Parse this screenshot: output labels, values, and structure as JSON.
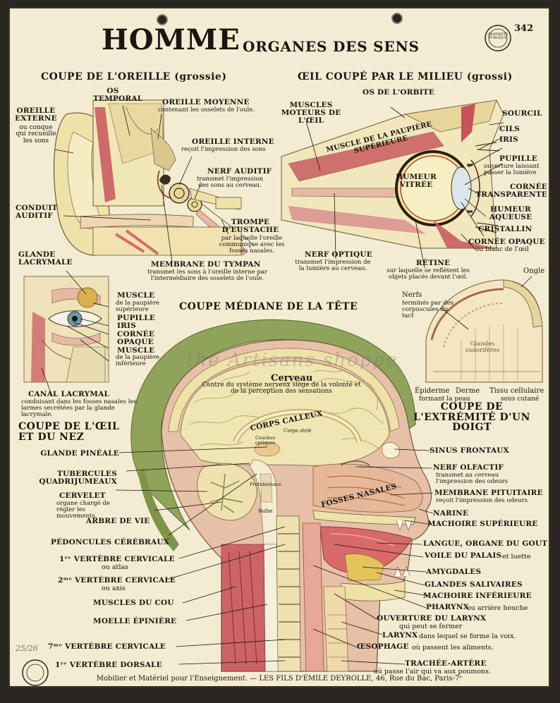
{
  "poster": {
    "number": "342",
    "stamp_text": "PROPRIÉTÉ PUBLIQUE",
    "title": "HOMME",
    "subtitle": "ORGANES DES SENS",
    "footer": "Mobilier et Matériel pour l'Enseignement. — LES FILS D'ÉMILE DEYROLLE, 46, Rue du Bac, Paris-7ᵉ",
    "watermark": "the Artisans shoppe",
    "handwritten_note": "25/26"
  },
  "ear": {
    "heading": "COUPE DE L'OREILLE (grossie)",
    "os_temporal": "OS TEMPORAL",
    "oreille_externe": "OREILLE EXTERNE",
    "oreille_externe_note": "ou conque qui recueille les sons",
    "oreille_moyenne": "OREILLE MOYENNE",
    "oreille_moyenne_note": "contenant les osselets de l'ouïe.",
    "oreille_interne": "OREILLE INTERNE",
    "oreille_interne_note": "reçoit l'impression des sons",
    "nerf_auditif": "NERF AUDITIF",
    "nerf_auditif_note": "transmet l'impression des sons au cerveau.",
    "conduit_auditif": "CONDUIT AUDITIF",
    "trompe": "TROMPE D'EUSTACHE",
    "trompe_note": "par laquelle l'oreille communique avec les fosses nasales.",
    "membrane": "MEMBRANE DU TYMPAN",
    "membrane_note": "transmet les sons à l'oreille interne par l'intermédiaire des osselets de l'ouïe."
  },
  "eye": {
    "heading": "ŒIL COUPÉ PAR LE MILIEU (grossi)",
    "os_orbite": "OS DE L'ORBITE",
    "muscles_moteurs": "MUSCLES MOTEURS DE L'ŒIL",
    "muscle_paupiere": "MUSCLE DE LA PAUPIÈRE SUPÉRIEURE",
    "humeur_vitree": "HUMEUR VITRÉE",
    "sourcil": "SOURCIL",
    "cils": "CILS",
    "iris": "IRIS",
    "pupille": "PUPILLE",
    "pupille_note": "ouverture laissant passer la lumière",
    "cornee_transparente": "CORNÉE TRANSPARENTE",
    "humeur_aqueuse": "HUMEUR AQUEUSE",
    "cristallin": "CRISTALLIN",
    "cornee_opaque": "CORNÉE OPAQUE",
    "cornee_opaque_note": "ou blanc de l'œil",
    "nerf_optique": "NERF OPTIQUE",
    "nerf_optique_note": "transmet l'impression de la lumière au cerveau.",
    "retine": "RÉTINE",
    "retine_note": "sur laquelle se reflètent les objets placés devant l'œil."
  },
  "eye_nose": {
    "heading": "COUPE DE L'ŒIL ET DU NEZ",
    "glande_lacrymale": "GLANDE LACRYMALE",
    "muscle_sup": "MUSCLE",
    "muscle_sup_note": "de la paupière supérieure",
    "pupille": "PUPILLE",
    "iris": "IRIS",
    "cornee_opaque": "CORNÉE OPAQUE",
    "muscle_inf": "MUSCLE",
    "muscle_inf_note": "de la paupière inférieure",
    "canal": "CANAL LACRYMAL",
    "canal_note": "conduisant dans les fosses nasales les larmes secrétées par la glande lacrymale."
  },
  "finger": {
    "heading": "COUPE DE L'EXTRÉMITÉ D'UN DOIGT",
    "ongle": "Ongle",
    "nerfs": "Nerfs",
    "nerfs_note": "terminés par des corpuscules du tact",
    "glandes": "Glandes sudorifères",
    "epiderme": "Épiderme",
    "derme": "Derme",
    "peau": "formant la peau",
    "tissu": "Tissu cellulaire",
    "tissu_note": "sous cutané"
  },
  "head": {
    "heading": "COUPE MÉDIANE DE LA TÊTE",
    "cerveau": "Cerveau",
    "cerveau_note": "Centre du système nerveux siège de la volonté et de la perception des sensations",
    "corps_calleux": "CORPS CALLEUX",
    "corps_strie": "Corps strié",
    "couches_optiques": "Couches optiques",
    "protuberance": "Protubérance",
    "bulbe": "Bulbe",
    "fosses_nasales": "FOSSES NASALES",
    "left": {
      "glande_pineale": "GLANDE PINÉALE",
      "tubercules": "TUBERCULES QUADRIJUMEAUX",
      "cervelet": "CERVELET",
      "cervelet_note": "organe chargé de régler les mouvements.",
      "arbre": "ARBRE DE VIE",
      "pedoncules": "PÉDONCULES CÉRÉBRAUX",
      "vert1": "1ʳᵉ VERTÈBRE CERVICALE",
      "vert1_note": "ou atlas",
      "vert2": "2ᵐᵉ VERTÈBRE CERVICALE",
      "vert2_note": "ou axis",
      "muscles_cou": "MUSCLES DU COU",
      "moelle": "MOELLE ÉPINIÈRE",
      "vert7": "7ᵐᵉ VERTÈBRE CERVICALE",
      "dorsale": "1ʳᵉ VERTÈBRE DORSALE"
    },
    "right": {
      "sinus": "SINUS FRONTAUX",
      "nerf_olfactif": "NERF OLFACTIF",
      "nerf_olfactif_note": "transmet au cerveau l'impression des odeurs",
      "membrane_pituitaire": "MEMBRANE PITUITAIRE",
      "membrane_pituitaire_note": "reçoit l'impression des odeurs",
      "narine": "NARINE",
      "machoire_sup": "MACHOIRE SUPÉRIEURE",
      "langue": "LANGUE, ORGANE DU GOUT",
      "voile": "VOILE DU PALAIS",
      "voile_note": "et luette",
      "amygdales": "AMYGDALES",
      "glandes_salivaires": "GLANDES SALIVAIRES",
      "machoire_inf": "MACHOIRE INFÉRIEURE",
      "pharynx": "PHARYNX",
      "pharynx_note": "ou arrière bouche",
      "ouverture": "OUVERTURE DU LARYNX",
      "ouverture_note": "qui peut se fermer",
      "larynx": "LARYNX",
      "larynx_note": "dans lequel se forme la voix.",
      "oesophage": "ŒSOPHAGE",
      "oesophage_note": "où passent les aliments.",
      "trachee": "TRACHÉE-ARTÈRE",
      "trachee_note": "où passe l'air qui va aux poumons."
    }
  },
  "colors": {
    "paper": "#f3ecd2",
    "bone": "#efe2a8",
    "flesh": "#e7b8a4",
    "muscle": "#c8535a",
    "brain": "#f0e6b4",
    "hair": "#8fa35a",
    "ink": "#1a1612"
  }
}
